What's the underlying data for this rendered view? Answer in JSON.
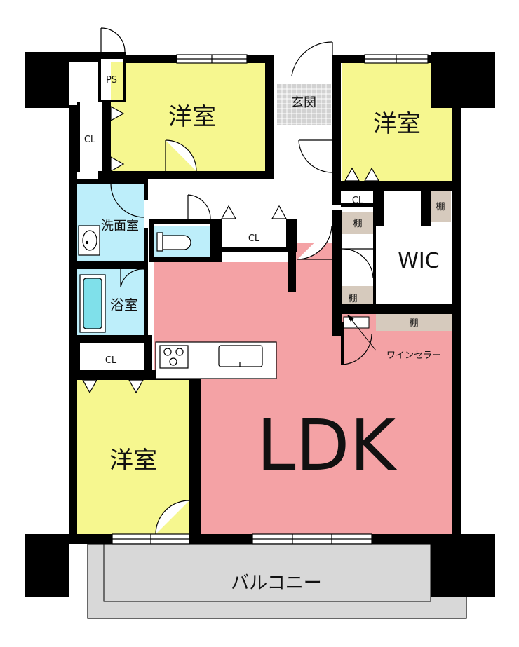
{
  "floorplan": {
    "rooms": [
      {
        "id": "western-room-north",
        "label": "洋室"
      },
      {
        "id": "western-room-east",
        "label": "洋室"
      },
      {
        "id": "western-room-south",
        "label": "洋室"
      },
      {
        "id": "ldk",
        "label": "LDK"
      },
      {
        "id": "entrance",
        "label": "玄関"
      },
      {
        "id": "washroom",
        "label": "洗面室"
      },
      {
        "id": "bathroom",
        "label": "浴室"
      },
      {
        "id": "wic",
        "label": "WIC"
      },
      {
        "id": "balcony",
        "label": "バルコニー"
      }
    ],
    "storage": {
      "ps": "PS",
      "cl": "CL",
      "shelf": "棚",
      "wine_cellar": "ワインセラー"
    },
    "colors": {
      "western_room": "#f6f78f",
      "ldk": "#f4a2a5",
      "wet_area": "#bdeefa",
      "corridor": "#ffffff",
      "shelf": "#d6cabd",
      "balcony": "#d8d8d8",
      "wall": "#000000"
    }
  }
}
